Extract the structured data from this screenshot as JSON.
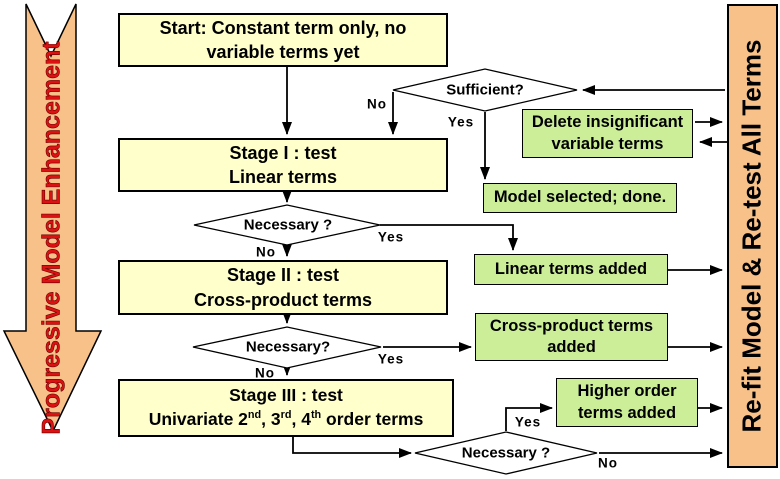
{
  "colors": {
    "box_yellow": "#FFFFCC",
    "box_green": "#CCEE99",
    "banner_orange": "#F7C189",
    "left_banner_text_red": "#DD1111",
    "line_black": "#000000"
  },
  "left_banner": {
    "text": "Progressive Model Enhancement"
  },
  "right_banner": {
    "text": "Re-fit Model & Re-test All Terms"
  },
  "boxes": {
    "start": {
      "line1": "Start: Constant term only, no",
      "line2": "variable terms yet"
    },
    "stage1": {
      "line1": "Stage I : test",
      "line2": "Linear terms"
    },
    "stage2": {
      "line1": "Stage II : test",
      "line2": "Cross-product terms"
    },
    "stage3": {
      "line1": "Stage III : test",
      "l2": {
        "p0": "Univariate 2",
        "s0": "nd",
        "p1": ", 3",
        "s1": "rd",
        "p2": ", 4",
        "s2": "th",
        "p3": " order terms"
      }
    },
    "delete_terms": {
      "line1": "Delete insignificant",
      "line2": "variable terms"
    },
    "done": {
      "line1": "Model selected; done."
    },
    "linear_added": {
      "line1": "Linear terms added"
    },
    "crossprod_added": {
      "line1": "Cross-product terms",
      "line2": "added"
    },
    "higher_added": {
      "line1": "Higher order",
      "line2": "terms added"
    }
  },
  "diamonds": {
    "sufficient": {
      "label": "Sufficient?"
    },
    "necessary1": {
      "label": "Necessary ?"
    },
    "necessary2": {
      "label": "Necessary?"
    },
    "necessary3": {
      "label": "Necessary ?"
    }
  },
  "edge_labels": {
    "sufficient_no": "No",
    "sufficient_yes": "Yes",
    "necessary1_yes": "Yes",
    "necessary1_no": "No",
    "necessary2_yes": "Yes",
    "necessary2_no": "No",
    "necessary3_yes": "Yes",
    "necessary3_no": "No"
  }
}
